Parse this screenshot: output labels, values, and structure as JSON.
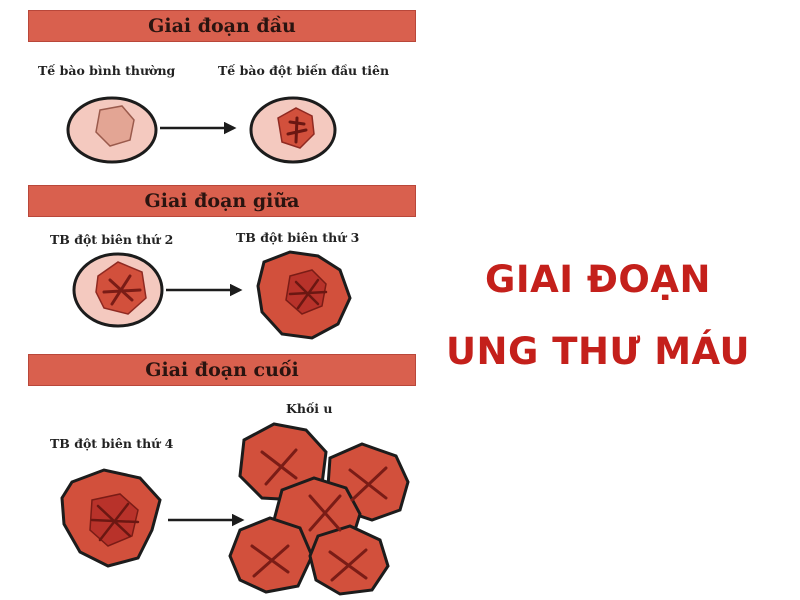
{
  "stages": [
    {
      "title": "Giai đoạn đầu",
      "left_label": "Tế bào bình thường",
      "right_label": "Tế bào đột biến đầu tiên"
    },
    {
      "title": "Giai đoạn giữa",
      "left_label": "TB đột biên thứ 2",
      "right_label": "TB đột biên thứ 3"
    },
    {
      "title": "Giai đoạn cuối",
      "left_label": "TB đột biên thứ 4",
      "right_label": "Khối u"
    }
  ],
  "heading": {
    "line1": "GIAI ĐOẠN",
    "line2": "UNG THƯ MÁU"
  },
  "colors": {
    "banner": "#d9604e",
    "cell_fill": "#f4c9bf",
    "cell_outline": "#1c1c1c",
    "nucleus": "#d2503c",
    "mutant_core": "#b8322a",
    "heading": "#c4201b"
  }
}
